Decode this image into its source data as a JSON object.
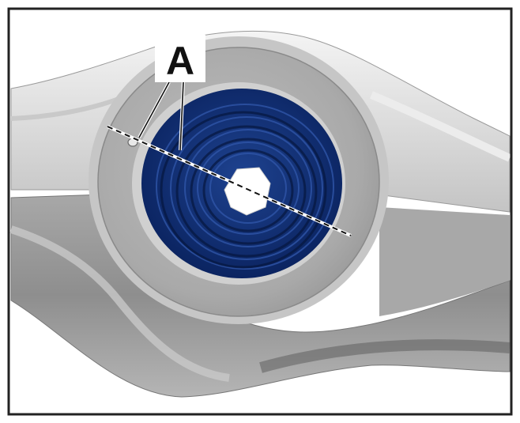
{
  "diagram": {
    "callout_label": "A",
    "colors": {
      "bushing": "#0d2a6e",
      "bushing_ring": "#1b3d8f",
      "arm_light": "#dcdcdc",
      "arm_mid": "#b8b8b8",
      "arm_dark": "#8c8c8c",
      "border": "#222222",
      "alignment_line": "#111111"
    },
    "icons": [
      "control-arm",
      "rubber-bushing",
      "alignment-mark",
      "callout-label"
    ]
  }
}
